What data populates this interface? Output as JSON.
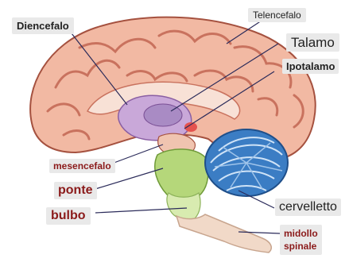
{
  "labels": {
    "diencefalo": "Diencefalo",
    "telencefalo": "Telencefalo",
    "talamo": "Talamo",
    "ipotalamo": "Ipotalamo",
    "mesencefalo": "mesencefalo",
    "ponte": "ponte",
    "bulbo": "bulbo",
    "cervelletto": "cervelletto",
    "midollo_line1": "midollo",
    "midollo_line2": "spinale"
  },
  "colors": {
    "cerebrum": "#f2b9a3",
    "gyri": "#c9725e",
    "diencephalon": "#c9a8d9",
    "brainstem": "#b5d77a",
    "cerebellum": "#3b7dc4",
    "spinal_cord": "#f1d9c8",
    "label_red": "#8b1a1a",
    "label_box": "#e9e9e9"
  }
}
